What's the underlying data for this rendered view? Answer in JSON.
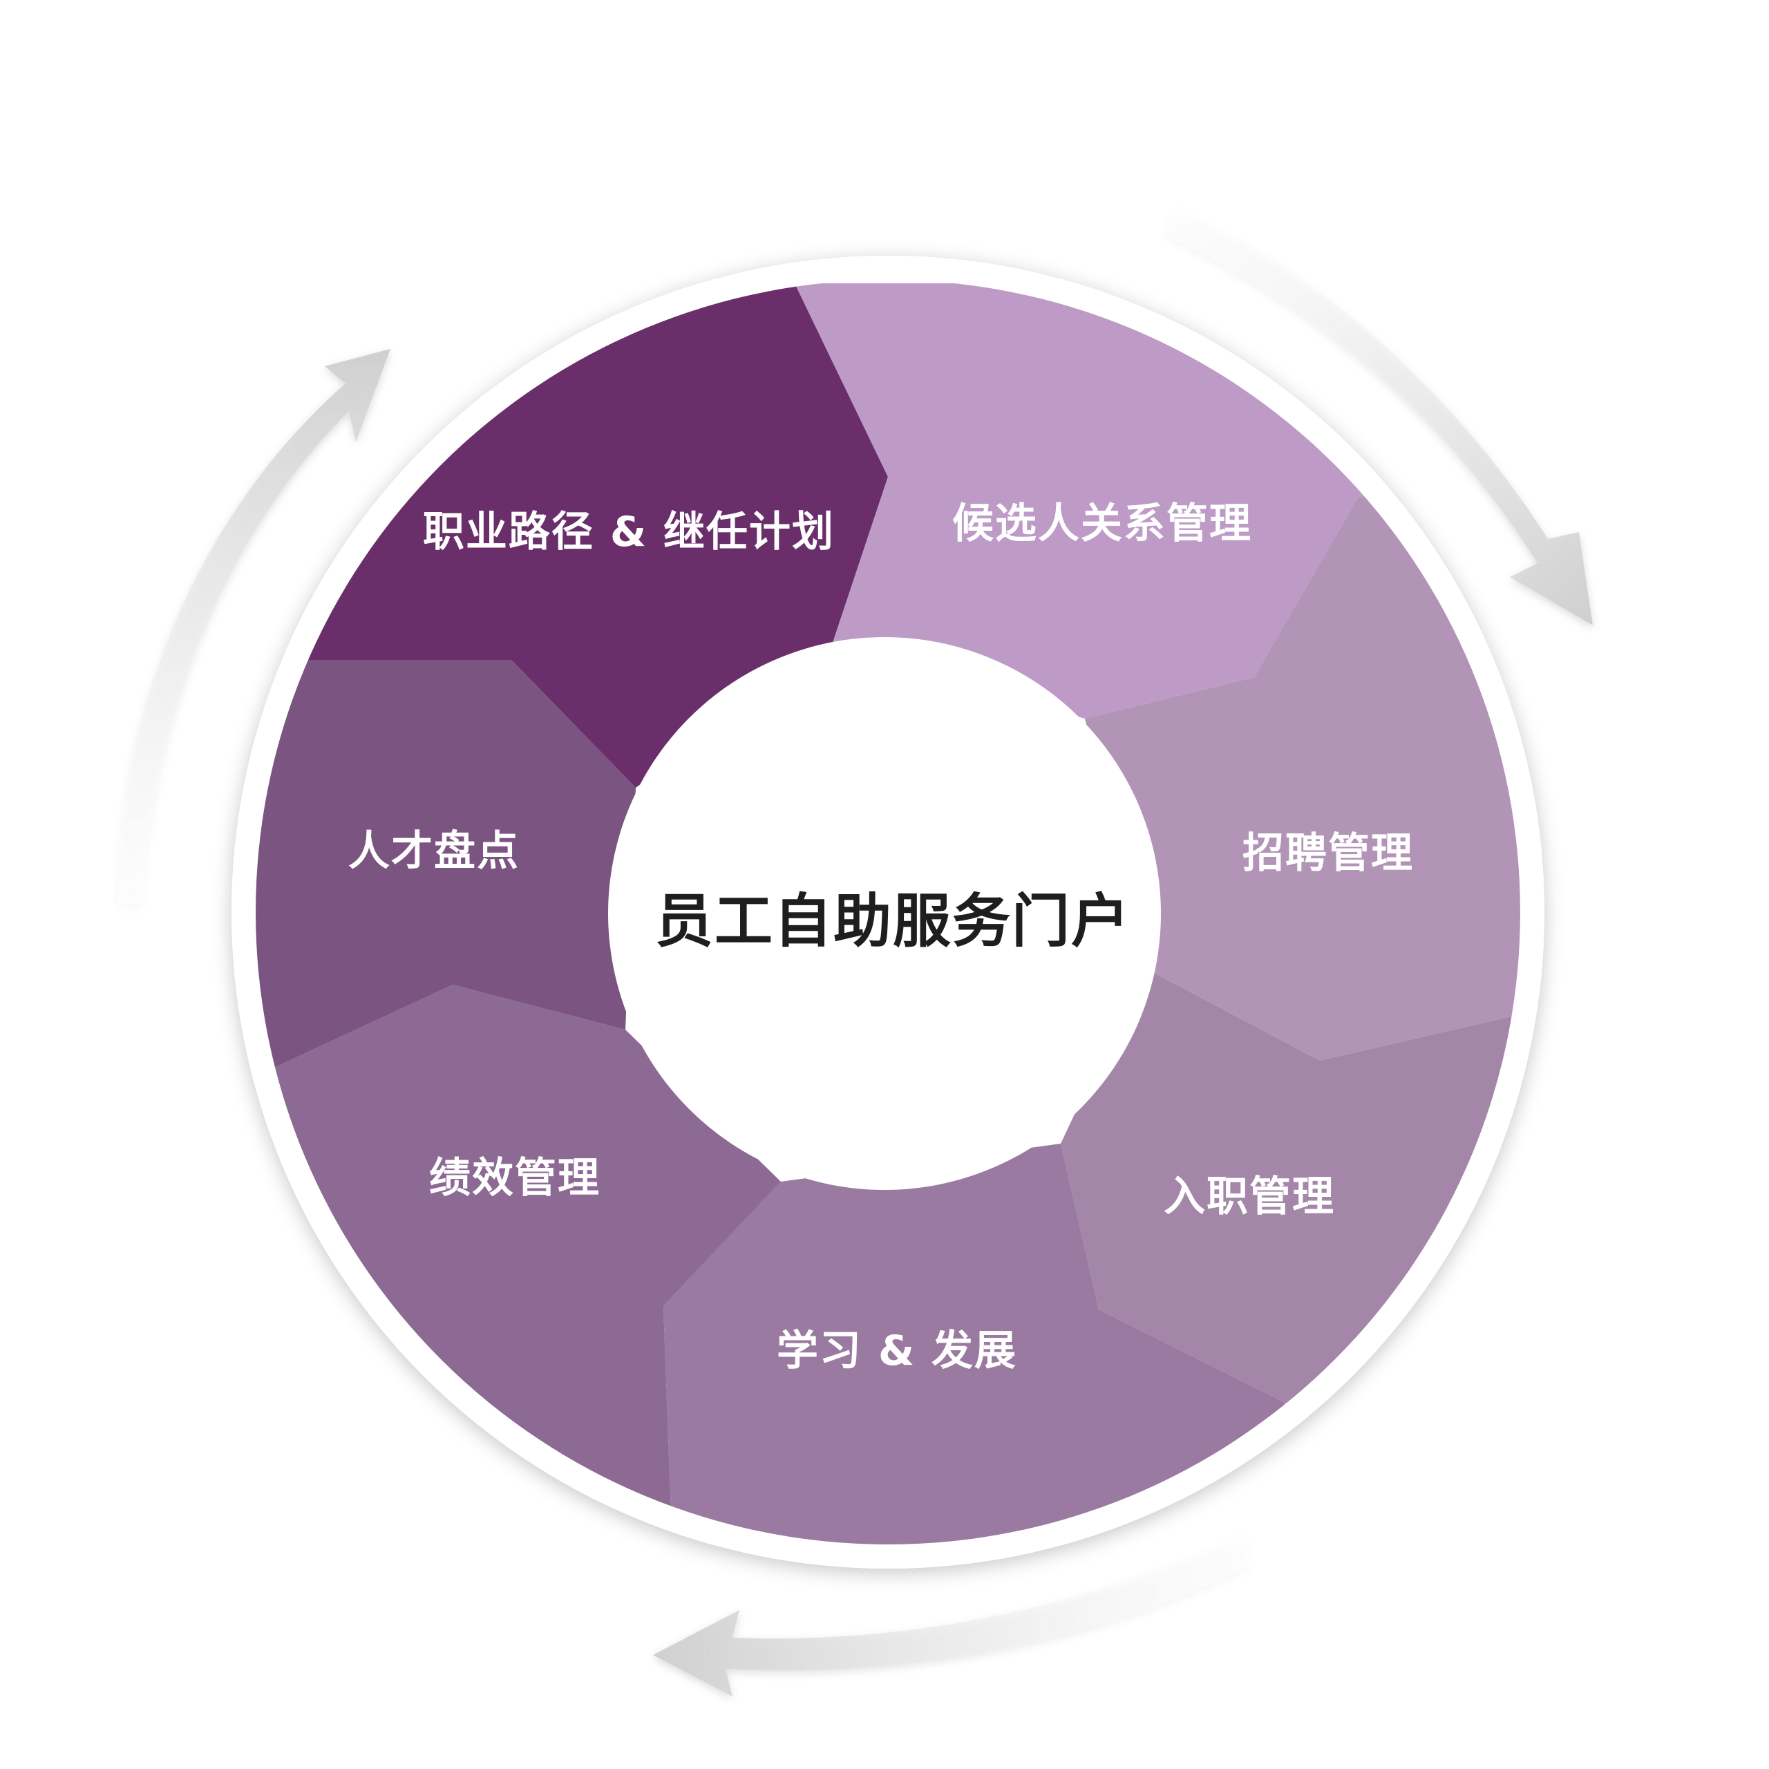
{
  "center": {
    "title": "员工自助服务门户"
  },
  "segments": [
    {
      "id": "career",
      "label": "职业路径 & 继任计划",
      "color": "#6a2f6b"
    },
    {
      "id": "crm",
      "label": "候选人关系管理",
      "color": "#bd9bc6"
    },
    {
      "id": "recruit",
      "label": "招聘管理",
      "color": "#b294b7"
    },
    {
      "id": "onboard",
      "label": "入职管理",
      "color": "#a386a8"
    },
    {
      "id": "learning",
      "label": "学习 & 发展",
      "color": "#9a7aa0"
    },
    {
      "id": "performance",
      "label": "绩效管理",
      "color": "#8d6a94"
    },
    {
      "id": "talent",
      "label": "人才盘点",
      "color": "#7b5482"
    }
  ],
  "colors": {
    "ring_border": "#ffffff",
    "arrow": "#d4d4d4",
    "center_fill": "#ffffff"
  },
  "icons": {
    "cycle_arrows": "circular-arrow-icon"
  }
}
